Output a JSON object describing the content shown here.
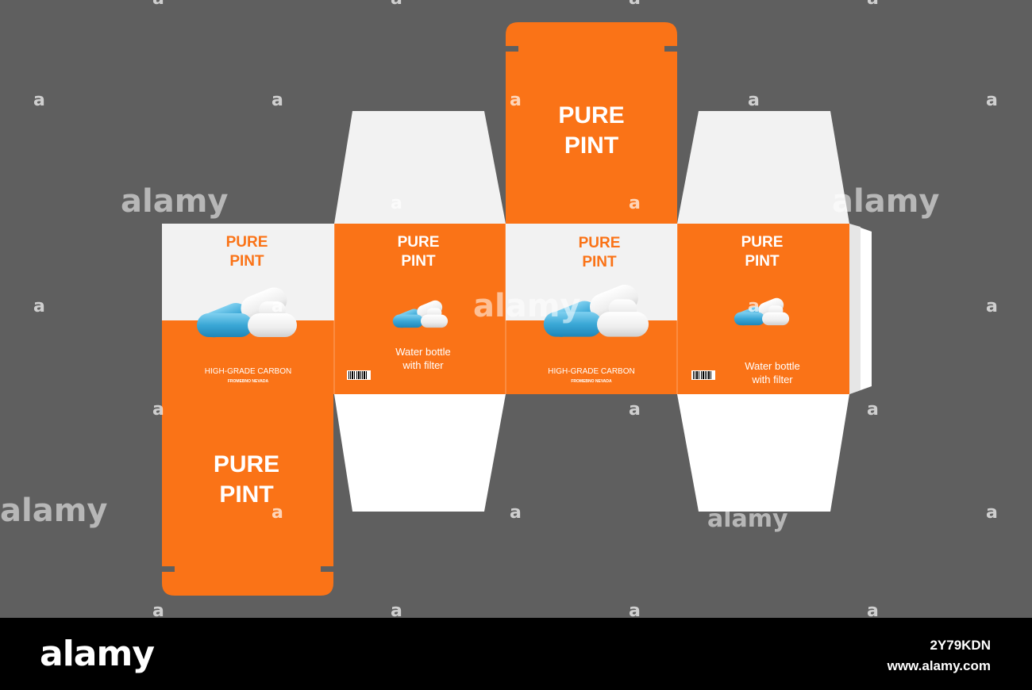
{
  "colors": {
    "background": "#5f5f5f",
    "orange": "#fa7317",
    "panel_white": "#f2f2f2",
    "flap_white": "#ffffff",
    "capsule_blue": "#3aa7d6",
    "capsule_white": "#eeeeee",
    "footer": "#000000"
  },
  "brand": {
    "line1": "PURE",
    "line2": "PINT"
  },
  "front_panel": {
    "tagline": "HIGH-GRADE CARBON",
    "origin": "FROMEBNO NEVADA"
  },
  "side_panel": {
    "desc_line1": "Water bottle",
    "desc_line2": "with filter"
  },
  "watermark": {
    "word": "alamy",
    "mark": "a"
  },
  "footer": {
    "logo": "alamy",
    "image_id": "2Y79KDN",
    "site": "www.alamy.com"
  }
}
